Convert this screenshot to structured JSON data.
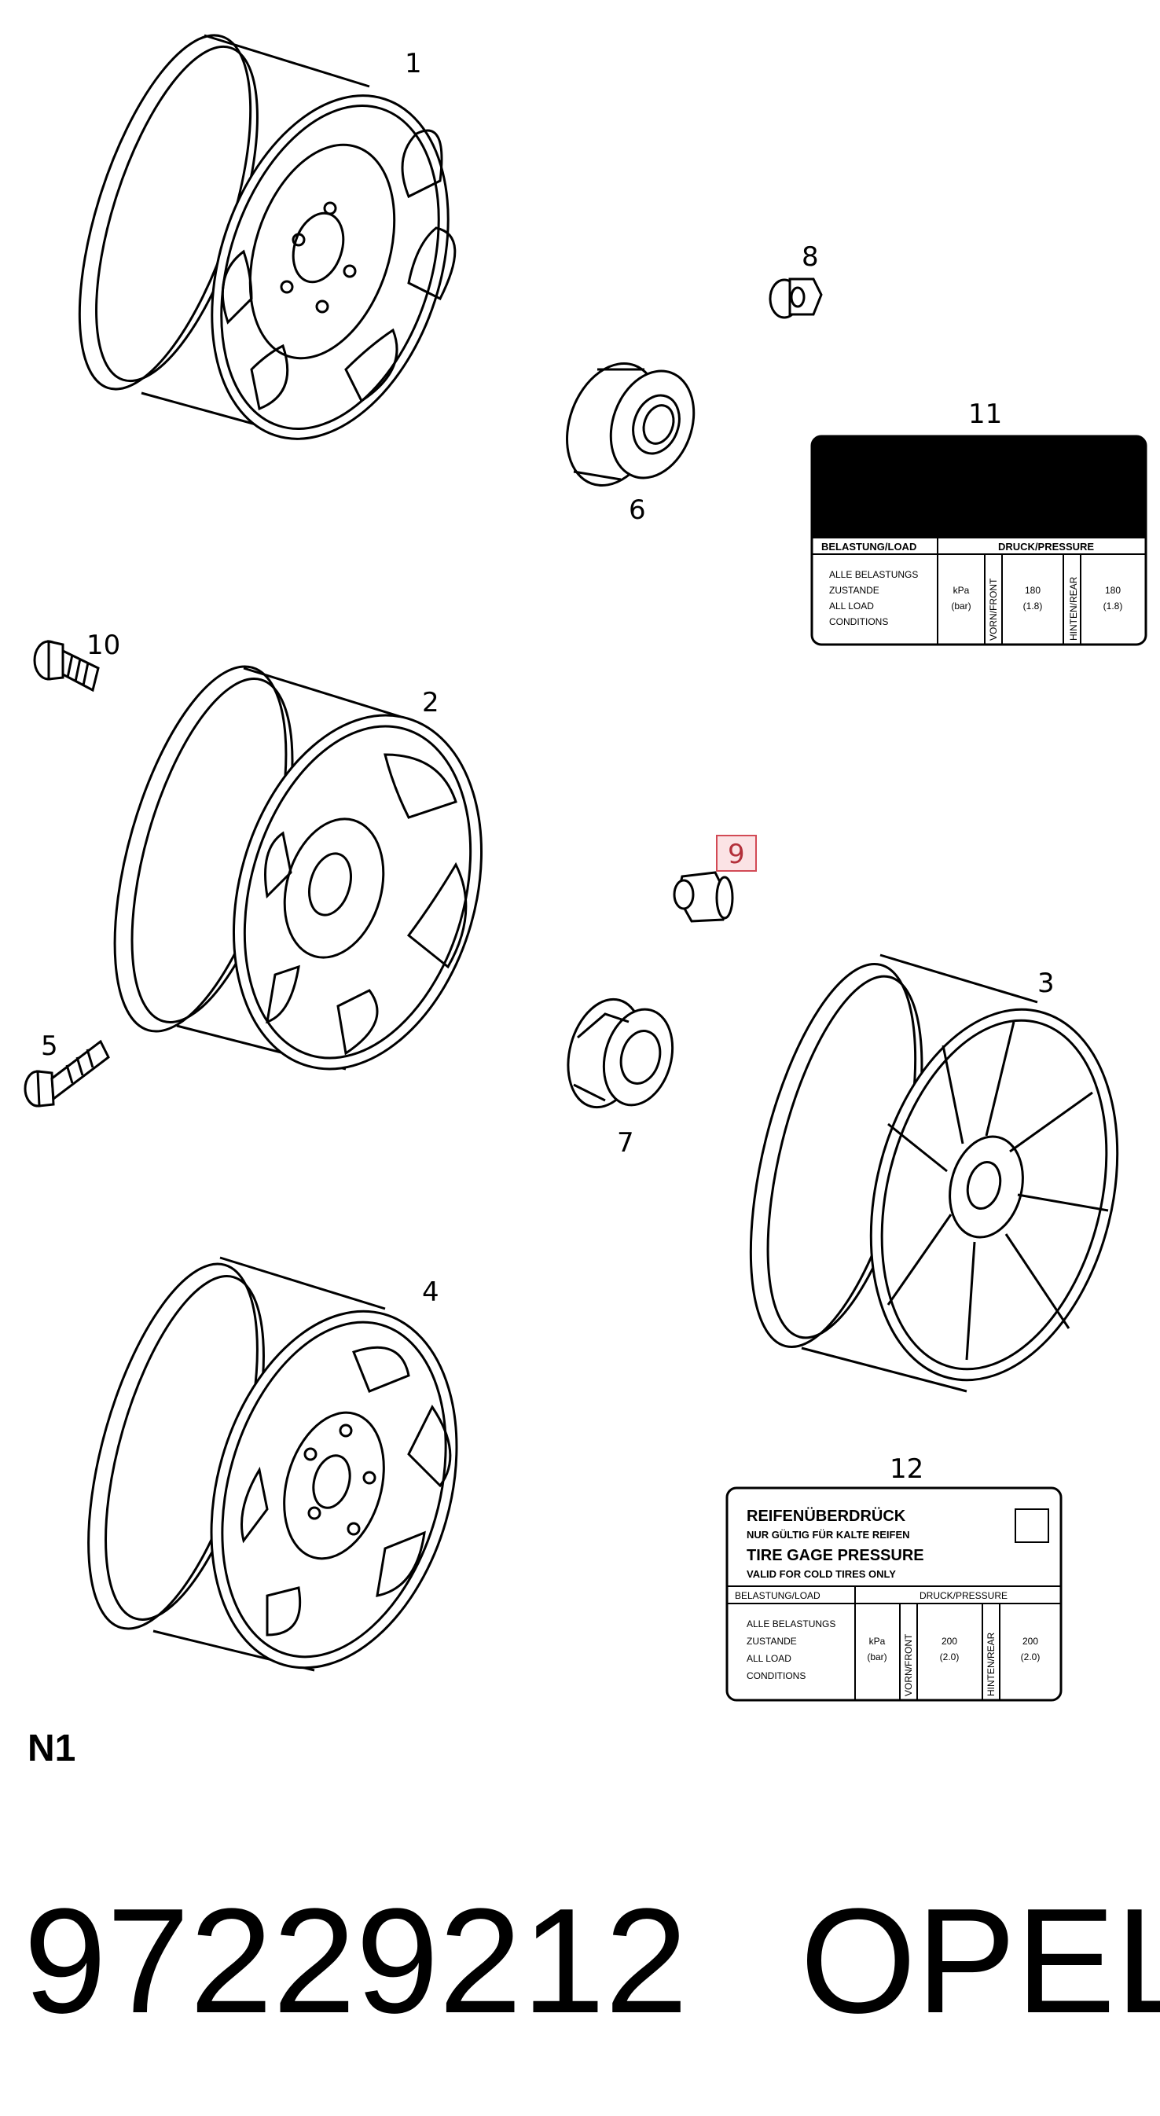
{
  "callouts": {
    "c1": "1",
    "c2": "2",
    "c3": "3",
    "c4": "4",
    "c5": "5",
    "c6": "6",
    "c7": "7",
    "c8": "8",
    "c9": "9",
    "c10": "10",
    "c11": "11",
    "c12": "12"
  },
  "highlight_color": "#b3303a",
  "label11": {
    "load_header": "BELASTUNG/LOAD",
    "pressure_header": "DRUCK/PRESSURE",
    "cond1": "ALLE BELASTUNGS",
    "cond2": "ZUSTANDE",
    "cond3": "ALL LOAD",
    "cond4": "CONDITIONS",
    "unit1": "kPa",
    "unit2": "(bar)",
    "front": "VORN/FRONT",
    "rear": "HINTEN/REAR",
    "front_kpa": "180",
    "front_bar": "(1.8)",
    "rear_kpa": "180",
    "rear_bar": "(1.8)"
  },
  "label12": {
    "title1": "REIFENÜBERDRÜCK",
    "sub1": "NUR GÜLTIG FÜR KALTE REIFEN",
    "title2": "TIRE GAGE PRESSURE",
    "sub2": "VALID FOR COLD TIRES ONLY",
    "load_header": "BELASTUNG/LOAD",
    "pressure_header": "DRUCK/PRESSURE",
    "cond1": "ALLE BELASTUNGS",
    "cond2": "ZUSTANDE",
    "cond3": "ALL LOAD",
    "cond4": "CONDITIONS",
    "unit1": "kPa",
    "unit2": "(bar)",
    "front": "VORN/FRONT",
    "rear": "HINTEN/REAR",
    "front_kpa": "200",
    "front_bar": "(2.0)",
    "rear_kpa": "200",
    "rear_bar": "(2.0)"
  },
  "section_code": "N1",
  "part_number": "97229212",
  "brand": "OPEL"
}
